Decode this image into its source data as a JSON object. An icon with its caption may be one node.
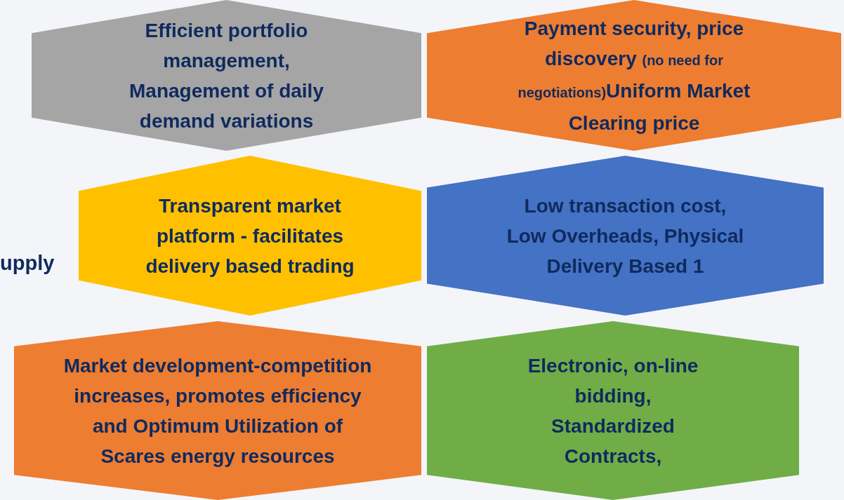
{
  "diagram": {
    "nodes": [
      {
        "text": [
          "Efficient portfolio management, Management of daily demand variations"
        ]
      },
      {
        "text": [
          "Payment security, price discovery",
          "(no need for negotiations)",
          "Uniform Market Clearing price"
        ]
      },
      {
        "text": [
          "Transparent market platform - facilitates delivery based trading"
        ]
      },
      {
        "text": [
          "Low transaction cost, Low Overheads, Physical Delivery Based 1"
        ]
      },
      {
        "text": [
          "Market development-competition increases, promotes efficiency and Optimum Utilization of Scares energy resources"
        ]
      },
      {
        "text": [
          "Electronic, on-line bidding, Standardized Contracts,"
        ]
      }
    ],
    "labels": [
      "upply"
    ]
  }
}
